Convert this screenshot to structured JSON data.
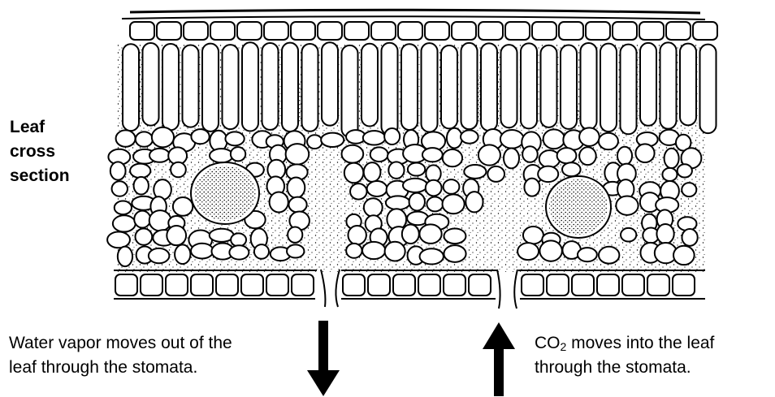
{
  "title": {
    "lines": [
      "Leaf",
      "cross",
      "section"
    ]
  },
  "water_caption": {
    "lines": [
      "Water vapor moves out of the",
      "leaf through the stomata."
    ]
  },
  "co2_caption": {
    "line1_prefix": "CO",
    "line1_subscript": "2",
    "line1_suffix": " moves into the leaf",
    "line2": "through the stomata."
  },
  "arrows": [
    {
      "name": "water-vapor-arrow",
      "direction": "down"
    },
    {
      "name": "co2-arrow",
      "direction": "up"
    }
  ],
  "colors": {
    "ink": "#000000",
    "background": "#ffffff"
  }
}
